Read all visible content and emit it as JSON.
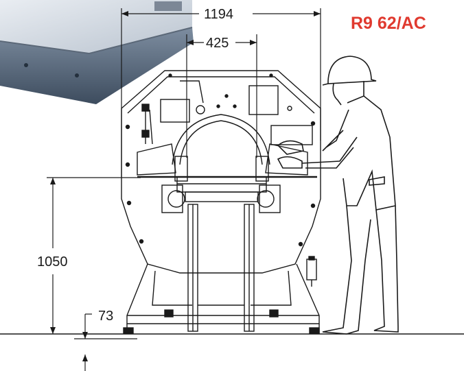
{
  "model_label": "R9 62/AC",
  "dimensions": {
    "overall_width": "1194",
    "inner_width": "425",
    "table_height": "1050",
    "floor_clearance": "73"
  },
  "colors": {
    "model_label": "#e03a2f",
    "line": "#1a1a1a"
  }
}
